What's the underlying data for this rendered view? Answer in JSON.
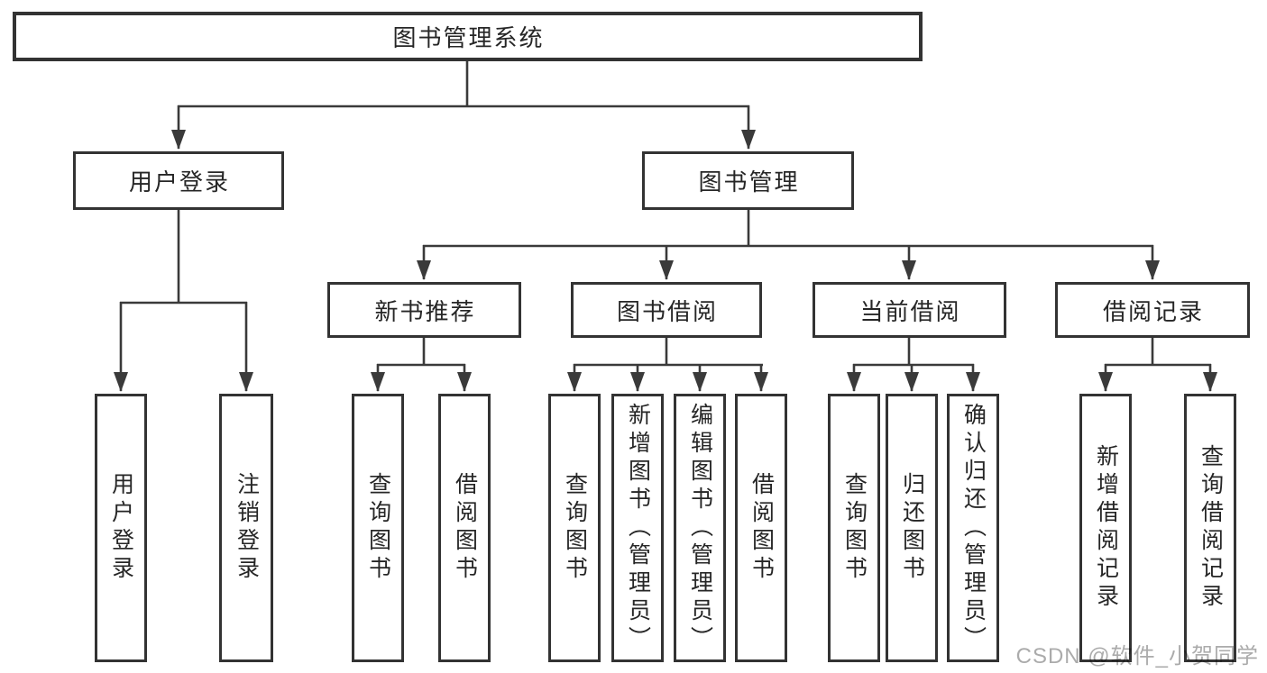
{
  "diagram": {
    "root": {
      "label": "图书管理系统"
    },
    "branches": [
      {
        "label": "用户登录",
        "children": [
          {
            "label": "用户登录"
          },
          {
            "label": "注销登录"
          }
        ]
      },
      {
        "label": "图书管理",
        "children": [
          {
            "label": "新书推荐",
            "children": [
              {
                "label": "查询图书"
              },
              {
                "label": "借阅图书"
              }
            ]
          },
          {
            "label": "图书借阅",
            "children": [
              {
                "label": "查询图书"
              },
              {
                "label": "新增图书（管理员）"
              },
              {
                "label": "编辑图书（管理员）"
              },
              {
                "label": "借阅图书"
              }
            ]
          },
          {
            "label": "当前借阅",
            "children": [
              {
                "label": "查询图书"
              },
              {
                "label": "归还图书"
              },
              {
                "label": "确认归还（管理员）"
              }
            ]
          },
          {
            "label": "借阅记录",
            "children": [
              {
                "label": "新增借阅记录"
              },
              {
                "label": "查询借阅记录"
              }
            ]
          }
        ]
      }
    ]
  },
  "watermark": {
    "text": "CSDN @软件_小贺同学"
  },
  "colors": {
    "line": "#3a3a3a",
    "box_border": "#333333",
    "text": "#262626",
    "watermark": "#ababab",
    "background": "#ffffff"
  }
}
